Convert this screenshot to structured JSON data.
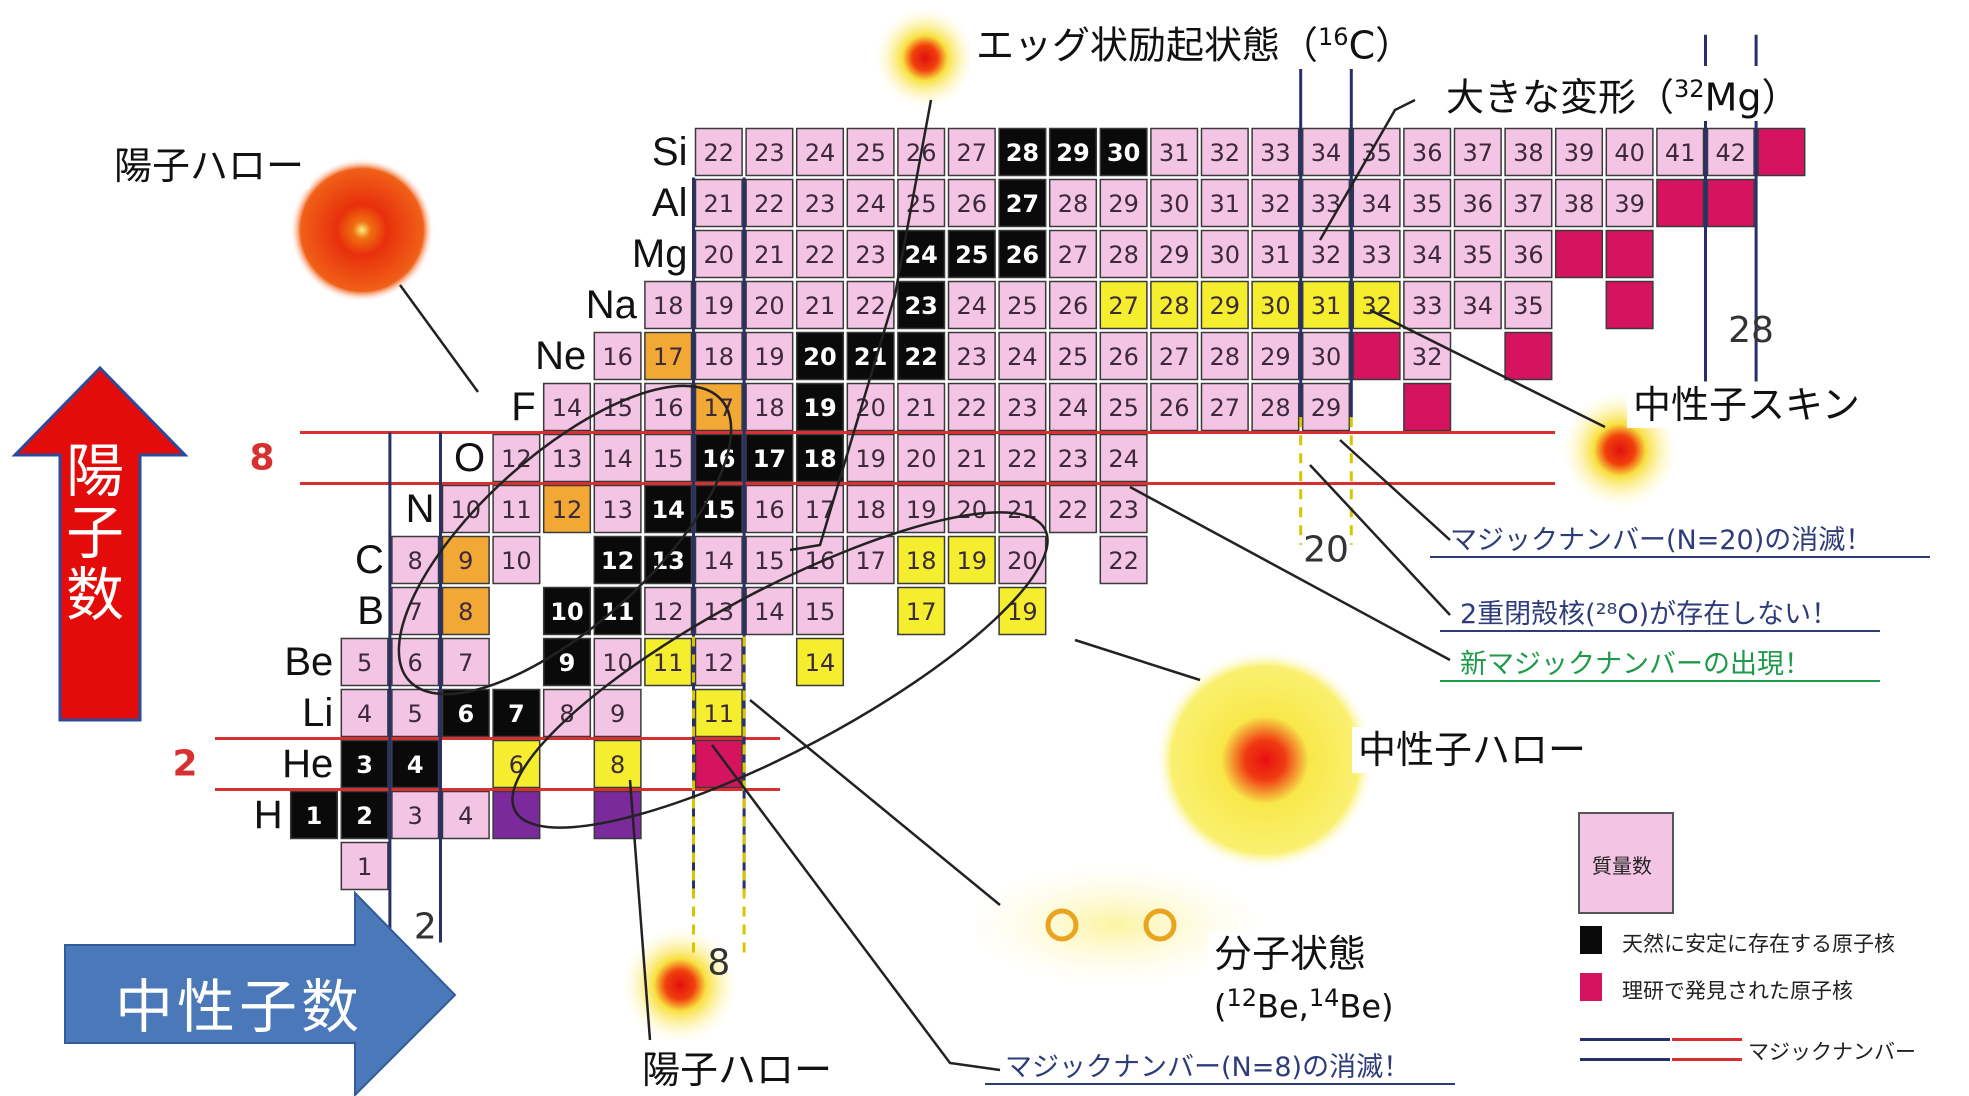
{
  "chart_data": {
    "type": "nuclear-chart",
    "elements": [
      {
        "symbol": "H",
        "z": 1
      },
      {
        "symbol": "He",
        "z": 2
      },
      {
        "symbol": "Li",
        "z": 3
      },
      {
        "symbol": "Be",
        "z": 4
      },
      {
        "symbol": "B",
        "z": 5
      },
      {
        "symbol": "C",
        "z": 6
      },
      {
        "symbol": "N",
        "z": 7
      },
      {
        "symbol": "O",
        "z": 8
      },
      {
        "symbol": "F",
        "z": 9
      },
      {
        "symbol": "Ne",
        "z": 10
      },
      {
        "symbol": "Na",
        "z": 11
      },
      {
        "symbol": "Mg",
        "z": 12
      },
      {
        "symbol": "Al",
        "z": 13
      },
      {
        "symbol": "Si",
        "z": 14
      }
    ],
    "nuclides": [
      {
        "z": 0,
        "a": 1,
        "s": "pink"
      },
      {
        "z": 1,
        "a": 1,
        "s": "stable"
      },
      {
        "z": 1,
        "a": 2,
        "s": "stable"
      },
      {
        "z": 1,
        "a": 3,
        "s": "pink"
      },
      {
        "z": 1,
        "a": 4,
        "s": "pink"
      },
      {
        "z": 1,
        "a": 5,
        "s": "purple"
      },
      {
        "z": 1,
        "a": 7,
        "s": "purple"
      },
      {
        "z": 2,
        "a": 3,
        "s": "stable"
      },
      {
        "z": 2,
        "a": 4,
        "s": "stable"
      },
      {
        "z": 2,
        "a": 6,
        "s": "yellow"
      },
      {
        "z": 2,
        "a": 8,
        "s": "yellow"
      },
      {
        "z": 2,
        "a": 10,
        "s": "riken"
      },
      {
        "z": 3,
        "a": 4,
        "s": "pink"
      },
      {
        "z": 3,
        "a": 5,
        "s": "pink"
      },
      {
        "z": 3,
        "a": 6,
        "s": "stable"
      },
      {
        "z": 3,
        "a": 7,
        "s": "stable"
      },
      {
        "z": 3,
        "a": 8,
        "s": "pink"
      },
      {
        "z": 3,
        "a": 9,
        "s": "pink"
      },
      {
        "z": 3,
        "a": 11,
        "s": "yellow"
      },
      {
        "z": 4,
        "a": 5,
        "s": "pink"
      },
      {
        "z": 4,
        "a": 6,
        "s": "pink"
      },
      {
        "z": 4,
        "a": 7,
        "s": "pink"
      },
      {
        "z": 4,
        "a": 9,
        "s": "stable"
      },
      {
        "z": 4,
        "a": 10,
        "s": "pink"
      },
      {
        "z": 4,
        "a": 11,
        "s": "yellow"
      },
      {
        "z": 4,
        "a": 12,
        "s": "pink"
      },
      {
        "z": 4,
        "a": 14,
        "s": "yellow"
      },
      {
        "z": 5,
        "a": 7,
        "s": "pink"
      },
      {
        "z": 5,
        "a": 8,
        "s": "orange"
      },
      {
        "z": 5,
        "a": 10,
        "s": "stable"
      },
      {
        "z": 5,
        "a": 11,
        "s": "stable"
      },
      {
        "z": 5,
        "a": 12,
        "s": "pink"
      },
      {
        "z": 5,
        "a": 13,
        "s": "pink"
      },
      {
        "z": 5,
        "a": 14,
        "s": "pink"
      },
      {
        "z": 5,
        "a": 15,
        "s": "pink"
      },
      {
        "z": 5,
        "a": 17,
        "s": "yellow"
      },
      {
        "z": 5,
        "a": 19,
        "s": "yellow"
      },
      {
        "z": 6,
        "a": 8,
        "s": "pink"
      },
      {
        "z": 6,
        "a": 9,
        "s": "orange"
      },
      {
        "z": 6,
        "a": 10,
        "s": "pink"
      },
      {
        "z": 6,
        "a": 12,
        "s": "stable"
      },
      {
        "z": 6,
        "a": 13,
        "s": "stable"
      },
      {
        "z": 6,
        "a": 14,
        "s": "pink"
      },
      {
        "z": 6,
        "a": 15,
        "s": "pink"
      },
      {
        "z": 6,
        "a": 16,
        "s": "pink"
      },
      {
        "z": 6,
        "a": 17,
        "s": "pink"
      },
      {
        "z": 6,
        "a": 18,
        "s": "yellow"
      },
      {
        "z": 6,
        "a": 19,
        "s": "yellow"
      },
      {
        "z": 6,
        "a": 20,
        "s": "pink"
      },
      {
        "z": 6,
        "a": 22,
        "s": "pink"
      },
      {
        "z": 7,
        "a": 10,
        "s": "pink"
      },
      {
        "z": 7,
        "a": 11,
        "s": "pink"
      },
      {
        "z": 7,
        "a": 12,
        "s": "orange"
      },
      {
        "z": 7,
        "a": 13,
        "s": "pink"
      },
      {
        "z": 7,
        "a": 14,
        "s": "stable"
      },
      {
        "z": 7,
        "a": 15,
        "s": "stable"
      },
      {
        "z": 7,
        "a": 16,
        "s": "pink"
      },
      {
        "z": 7,
        "a": 17,
        "s": "pink"
      },
      {
        "z": 7,
        "a": 18,
        "s": "pink"
      },
      {
        "z": 7,
        "a": 19,
        "s": "pink"
      },
      {
        "z": 7,
        "a": 20,
        "s": "pink"
      },
      {
        "z": 7,
        "a": 21,
        "s": "pink"
      },
      {
        "z": 7,
        "a": 22,
        "s": "pink"
      },
      {
        "z": 7,
        "a": 23,
        "s": "pink"
      },
      {
        "z": 8,
        "a": 12,
        "s": "pink"
      },
      {
        "z": 8,
        "a": 13,
        "s": "pink"
      },
      {
        "z": 8,
        "a": 14,
        "s": "pink"
      },
      {
        "z": 8,
        "a": 15,
        "s": "pink"
      },
      {
        "z": 8,
        "a": 16,
        "s": "stable"
      },
      {
        "z": 8,
        "a": 17,
        "s": "stable"
      },
      {
        "z": 8,
        "a": 18,
        "s": "stable"
      },
      {
        "z": 8,
        "a": 19,
        "s": "pink"
      },
      {
        "z": 8,
        "a": 20,
        "s": "pink"
      },
      {
        "z": 8,
        "a": 21,
        "s": "pink"
      },
      {
        "z": 8,
        "a": 22,
        "s": "pink"
      },
      {
        "z": 8,
        "a": 23,
        "s": "pink"
      },
      {
        "z": 8,
        "a": 24,
        "s": "pink"
      },
      {
        "z": 9,
        "a": 14,
        "s": "pink"
      },
      {
        "z": 9,
        "a": 15,
        "s": "pink"
      },
      {
        "z": 9,
        "a": 16,
        "s": "pink"
      },
      {
        "z": 9,
        "a": 17,
        "s": "orange"
      },
      {
        "z": 9,
        "a": 18,
        "s": "pink"
      },
      {
        "z": 9,
        "a": 19,
        "s": "stable"
      },
      {
        "z": 9,
        "a": 20,
        "s": "pink"
      },
      {
        "z": 9,
        "a": 21,
        "s": "pink"
      },
      {
        "z": 9,
        "a": 22,
        "s": "pink"
      },
      {
        "z": 9,
        "a": 23,
        "s": "pink"
      },
      {
        "z": 9,
        "a": 24,
        "s": "pink"
      },
      {
        "z": 9,
        "a": 25,
        "s": "pink"
      },
      {
        "z": 9,
        "a": 26,
        "s": "pink"
      },
      {
        "z": 9,
        "a": 27,
        "s": "pink"
      },
      {
        "z": 9,
        "a": 28,
        "s": "pink"
      },
      {
        "z": 9,
        "a": 29,
        "s": "pink"
      },
      {
        "z": 9,
        "a": 31,
        "s": "riken"
      },
      {
        "z": 10,
        "a": 16,
        "s": "pink"
      },
      {
        "z": 10,
        "a": 17,
        "s": "orange"
      },
      {
        "z": 10,
        "a": 18,
        "s": "pink"
      },
      {
        "z": 10,
        "a": 19,
        "s": "pink"
      },
      {
        "z": 10,
        "a": 20,
        "s": "stable"
      },
      {
        "z": 10,
        "a": 21,
        "s": "stable"
      },
      {
        "z": 10,
        "a": 22,
        "s": "stable"
      },
      {
        "z": 10,
        "a": 23,
        "s": "pink"
      },
      {
        "z": 10,
        "a": 24,
        "s": "pink"
      },
      {
        "z": 10,
        "a": 25,
        "s": "pink"
      },
      {
        "z": 10,
        "a": 26,
        "s": "pink"
      },
      {
        "z": 10,
        "a": 27,
        "s": "pink"
      },
      {
        "z": 10,
        "a": 28,
        "s": "pink"
      },
      {
        "z": 10,
        "a": 29,
        "s": "pink"
      },
      {
        "z": 10,
        "a": 30,
        "s": "pink"
      },
      {
        "z": 10,
        "a": 31,
        "s": "riken"
      },
      {
        "z": 10,
        "a": 32,
        "s": "pink"
      },
      {
        "z": 10,
        "a": 34,
        "s": "riken"
      },
      {
        "z": 11,
        "a": 18,
        "s": "pink"
      },
      {
        "z": 11,
        "a": 19,
        "s": "pink"
      },
      {
        "z": 11,
        "a": 20,
        "s": "pink"
      },
      {
        "z": 11,
        "a": 21,
        "s": "pink"
      },
      {
        "z": 11,
        "a": 22,
        "s": "pink"
      },
      {
        "z": 11,
        "a": 23,
        "s": "stable"
      },
      {
        "z": 11,
        "a": 24,
        "s": "pink"
      },
      {
        "z": 11,
        "a": 25,
        "s": "pink"
      },
      {
        "z": 11,
        "a": 26,
        "s": "pink"
      },
      {
        "z": 11,
        "a": 27,
        "s": "yellow"
      },
      {
        "z": 11,
        "a": 28,
        "s": "yellow"
      },
      {
        "z": 11,
        "a": 29,
        "s": "yellow"
      },
      {
        "z": 11,
        "a": 30,
        "s": "yellow"
      },
      {
        "z": 11,
        "a": 31,
        "s": "yellow"
      },
      {
        "z": 11,
        "a": 32,
        "s": "yellow"
      },
      {
        "z": 11,
        "a": 33,
        "s": "pink"
      },
      {
        "z": 11,
        "a": 34,
        "s": "pink"
      },
      {
        "z": 11,
        "a": 35,
        "s": "pink"
      },
      {
        "z": 11,
        "a": 37,
        "s": "riken"
      },
      {
        "z": 12,
        "a": 20,
        "s": "pink"
      },
      {
        "z": 12,
        "a": 21,
        "s": "pink"
      },
      {
        "z": 12,
        "a": 22,
        "s": "pink"
      },
      {
        "z": 12,
        "a": 23,
        "s": "pink"
      },
      {
        "z": 12,
        "a": 24,
        "s": "stable"
      },
      {
        "z": 12,
        "a": 25,
        "s": "stable"
      },
      {
        "z": 12,
        "a": 26,
        "s": "stable"
      },
      {
        "z": 12,
        "a": 27,
        "s": "pink"
      },
      {
        "z": 12,
        "a": 28,
        "s": "pink"
      },
      {
        "z": 12,
        "a": 29,
        "s": "pink"
      },
      {
        "z": 12,
        "a": 30,
        "s": "pink"
      },
      {
        "z": 12,
        "a": 31,
        "s": "pink"
      },
      {
        "z": 12,
        "a": 32,
        "s": "pink"
      },
      {
        "z": 12,
        "a": 33,
        "s": "pink"
      },
      {
        "z": 12,
        "a": 34,
        "s": "pink"
      },
      {
        "z": 12,
        "a": 35,
        "s": "pink"
      },
      {
        "z": 12,
        "a": 36,
        "s": "pink"
      },
      {
        "z": 12,
        "a": 37,
        "s": "riken"
      },
      {
        "z": 12,
        "a": 38,
        "s": "riken"
      },
      {
        "z": 13,
        "a": 21,
        "s": "pink"
      },
      {
        "z": 13,
        "a": 22,
        "s": "pink"
      },
      {
        "z": 13,
        "a": 23,
        "s": "pink"
      },
      {
        "z": 13,
        "a": 24,
        "s": "pink"
      },
      {
        "z": 13,
        "a": 25,
        "s": "pink"
      },
      {
        "z": 13,
        "a": 26,
        "s": "pink"
      },
      {
        "z": 13,
        "a": 27,
        "s": "stable"
      },
      {
        "z": 13,
        "a": 28,
        "s": "pink"
      },
      {
        "z": 13,
        "a": 29,
        "s": "pink"
      },
      {
        "z": 13,
        "a": 30,
        "s": "pink"
      },
      {
        "z": 13,
        "a": 31,
        "s": "pink"
      },
      {
        "z": 13,
        "a": 32,
        "s": "pink"
      },
      {
        "z": 13,
        "a": 33,
        "s": "pink"
      },
      {
        "z": 13,
        "a": 34,
        "s": "pink"
      },
      {
        "z": 13,
        "a": 35,
        "s": "pink"
      },
      {
        "z": 13,
        "a": 36,
        "s": "pink"
      },
      {
        "z": 13,
        "a": 37,
        "s": "pink"
      },
      {
        "z": 13,
        "a": 38,
        "s": "pink"
      },
      {
        "z": 13,
        "a": 39,
        "s": "pink"
      },
      {
        "z": 13,
        "a": 40,
        "s": "riken"
      },
      {
        "z": 13,
        "a": 41,
        "s": "riken"
      },
      {
        "z": 14,
        "a": 22,
        "s": "pink"
      },
      {
        "z": 14,
        "a": 23,
        "s": "pink"
      },
      {
        "z": 14,
        "a": 24,
        "s": "pink"
      },
      {
        "z": 14,
        "a": 25,
        "s": "pink"
      },
      {
        "z": 14,
        "a": 26,
        "s": "pink"
      },
      {
        "z": 14,
        "a": 27,
        "s": "pink"
      },
      {
        "z": 14,
        "a": 28,
        "s": "stable"
      },
      {
        "z": 14,
        "a": 29,
        "s": "stable"
      },
      {
        "z": 14,
        "a": 30,
        "s": "stable"
      },
      {
        "z": 14,
        "a": 31,
        "s": "pink"
      },
      {
        "z": 14,
        "a": 32,
        "s": "pink"
      },
      {
        "z": 14,
        "a": 33,
        "s": "pink"
      },
      {
        "z": 14,
        "a": 34,
        "s": "pink"
      },
      {
        "z": 14,
        "a": 35,
        "s": "pink"
      },
      {
        "z": 14,
        "a": 36,
        "s": "pink"
      },
      {
        "z": 14,
        "a": 37,
        "s": "pink"
      },
      {
        "z": 14,
        "a": 38,
        "s": "pink"
      },
      {
        "z": 14,
        "a": 39,
        "s": "pink"
      },
      {
        "z": 14,
        "a": 40,
        "s": "pink"
      },
      {
        "z": 14,
        "a": 41,
        "s": "pink"
      },
      {
        "z": 14,
        "a": 42,
        "s": "pink"
      },
      {
        "z": 14,
        "a": 43,
        "s": "riken"
      }
    ],
    "hidden_numbers": [
      [
        1,
        5
      ],
      [
        1,
        7
      ],
      [
        2,
        10
      ],
      [
        14,
        43
      ],
      [
        13,
        40
      ],
      [
        13,
        41
      ],
      [
        12,
        37
      ],
      [
        12,
        38
      ],
      [
        11,
        37
      ],
      [
        10,
        31
      ],
      [
        10,
        34
      ],
      [
        9,
        31
      ]
    ],
    "magic_proton": [
      2,
      8
    ],
    "magic_neutron": [
      2,
      8,
      20,
      28
    ],
    "magic_labels": {
      "proton_2": "2",
      "proton_8": "8",
      "neutron_2": "2",
      "neutron_8": "8",
      "neutron_20": "20",
      "neutron_28": "28"
    },
    "colors": {
      "pink": "#f4c4e4",
      "stable": "#0a0a0a",
      "riken": "#d6135f",
      "yellow": "#f4ee2e",
      "orange": "#f2a834",
      "purple": "#7b2a9c",
      "grid_blue": "#27306a",
      "magic_red": "#d83030",
      "dashed_yellow": "#d9c400"
    }
  },
  "callouts": {
    "egg": {
      "text": "エッグ状励起状態（",
      "sup": "16",
      "tail": "C）"
    },
    "deform": {
      "text": "大きな変形（",
      "sup": "32",
      "tail": "Mg）"
    },
    "proton_halo_top": "陽子ハロー",
    "proton_halo_bottom": "陽子ハロー",
    "neutron_skin": "中性子スキン",
    "neutron_halo": "中性子ハロー",
    "molecular_line1": "分子状態",
    "molecular_line2_a": "(",
    "molecular_sup1": "12",
    "molecular_line2_b": "Be,",
    "molecular_sup2": "14",
    "molecular_line2_c": "Be)"
  },
  "notes": {
    "magic20": "マジックナンバー(N=20)の消滅！",
    "doubly_magic": "2重閉殻核(²⁸O)が存在しない！",
    "new_magic": "新マジックナンバーの出現！",
    "magic8": "マジックナンバー(N=8)の消滅！"
  },
  "axes": {
    "proton": "陽子数",
    "neutron": "中性子数"
  },
  "legend": {
    "mass_number": "質量数",
    "stable": "天然に安定に存在する原子核",
    "riken": "理研で発見された原子核",
    "magic": "マジックナンバー"
  }
}
